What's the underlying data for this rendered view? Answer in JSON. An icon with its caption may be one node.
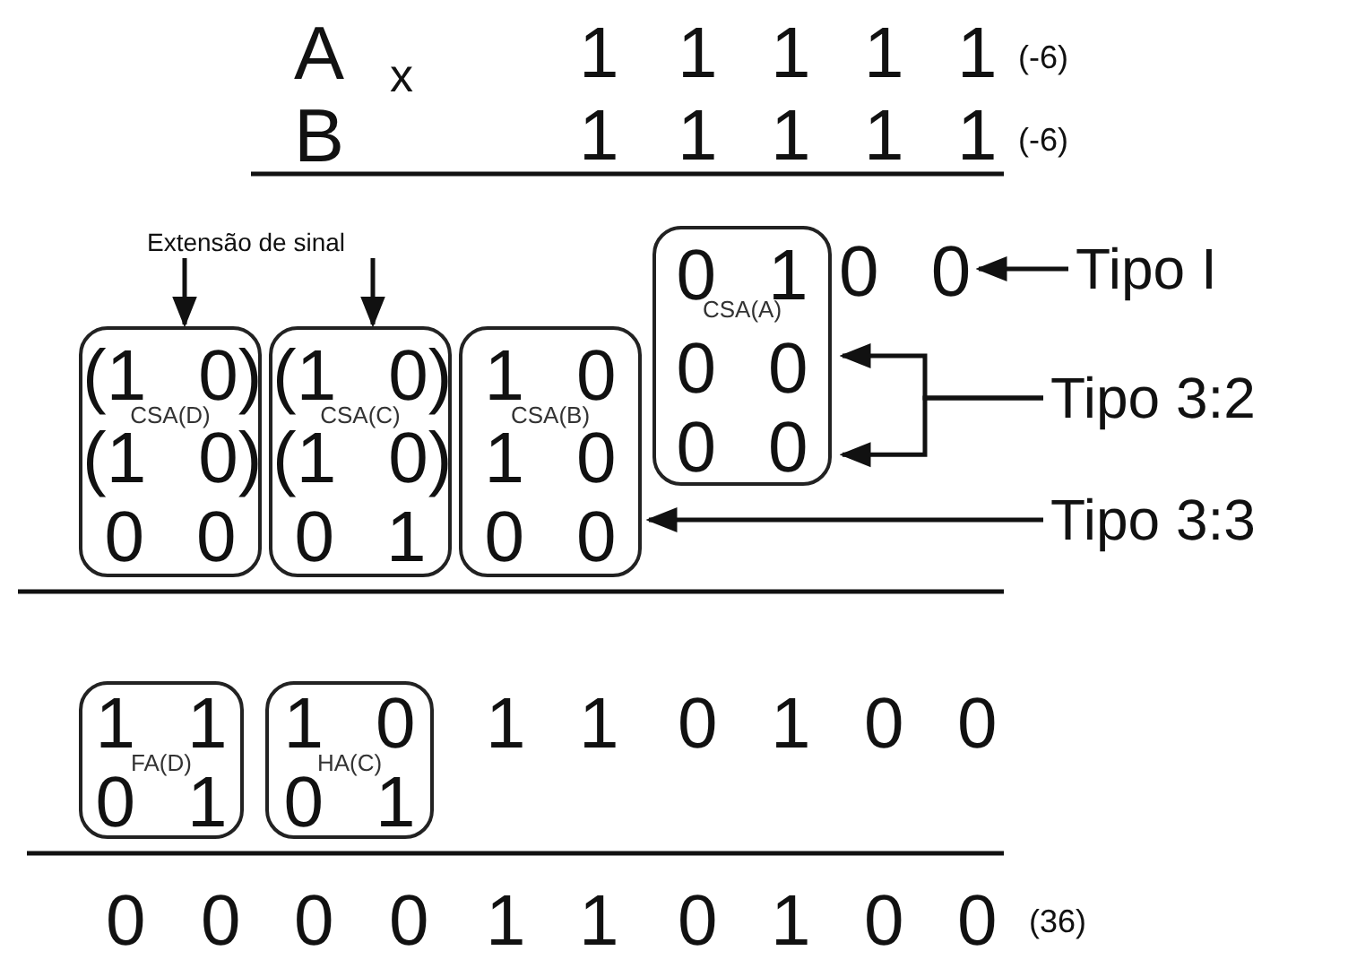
{
  "diagram": {
    "nodes": [
      {
        "text": [
          "Extensão de sinal"
        ]
      },
      {
        "text": [
          "0 1",
          "CSA(A)",
          "0 0",
          "0 0"
        ]
      },
      {
        "text": [
          "(1 0)",
          "CSA(D)",
          "(1 0)",
          "0 0"
        ]
      },
      {
        "text": [
          "(1 0)",
          "CSA(C)",
          "(1 0)",
          "0 1"
        ]
      },
      {
        "text": [
          "1 0",
          "CSA(B)",
          "1 0",
          "0 0"
        ]
      },
      {
        "text": [
          "Tipo I"
        ]
      },
      {
        "text": [
          "Tipo 3:2"
        ]
      },
      {
        "text": [
          "Tipo 3:3"
        ]
      },
      {
        "text": [
          "1 1",
          "FA(D)",
          "0 1"
        ]
      },
      {
        "text": [
          "1 0",
          "HA(C)",
          "0 1"
        ]
      },
      {
        "text": [
          "0 0"
        ]
      }
    ],
    "edges": [
      {
        "from": 0,
        "to": 2,
        "arrow": "to"
      },
      {
        "from": 0,
        "to": 3,
        "arrow": "to"
      },
      {
        "from": 5,
        "to": 10,
        "arrow": "to"
      },
      {
        "from": 6,
        "to": 1,
        "arrow": "to"
      },
      {
        "from": 6,
        "to": 1,
        "arrow": "to"
      },
      {
        "from": 7,
        "to": 4,
        "arrow": "to"
      }
    ],
    "labels": [
      "A",
      "1",
      "1",
      "1",
      "1",
      "1",
      "(-6)",
      "x",
      "B",
      "1",
      "1",
      "1",
      "1",
      "1",
      "(-6)",
      "1",
      "1",
      "0",
      "1",
      "0",
      "0",
      "0",
      "0",
      "0",
      "0",
      "1",
      "1",
      "0",
      "1",
      "0",
      "0",
      "(36)"
    ]
  }
}
